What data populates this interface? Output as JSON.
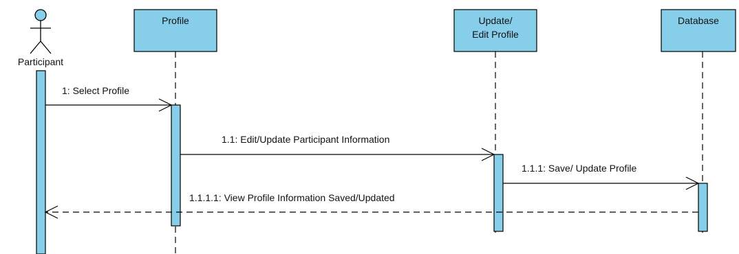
{
  "diagram": {
    "type": "sequence",
    "colors": {
      "box_fill": "#87CEEB",
      "stroke": "#000000",
      "background": "#ffffff"
    },
    "actor": {
      "label": "Participant"
    },
    "lifelines": [
      {
        "lines": [
          "Profile"
        ]
      },
      {
        "lines": [
          "Update/",
          "Edit Profile"
        ]
      },
      {
        "lines": [
          "Database"
        ]
      }
    ],
    "messages": [
      {
        "label": "1: Select Profile",
        "from": "Participant",
        "to": "Profile",
        "kind": "call"
      },
      {
        "label": "1.1: Edit/Update Participant Information",
        "from": "Profile",
        "to": "Update/ Edit Profile",
        "kind": "call"
      },
      {
        "label": "1.1.1: Save/ Update Profile",
        "from": "Update/ Edit Profile",
        "to": "Database",
        "kind": "call"
      },
      {
        "label": "1.1.1.1: View Profile Information Saved/Updated",
        "from": "Database",
        "to": "Participant",
        "kind": "return"
      }
    ]
  }
}
